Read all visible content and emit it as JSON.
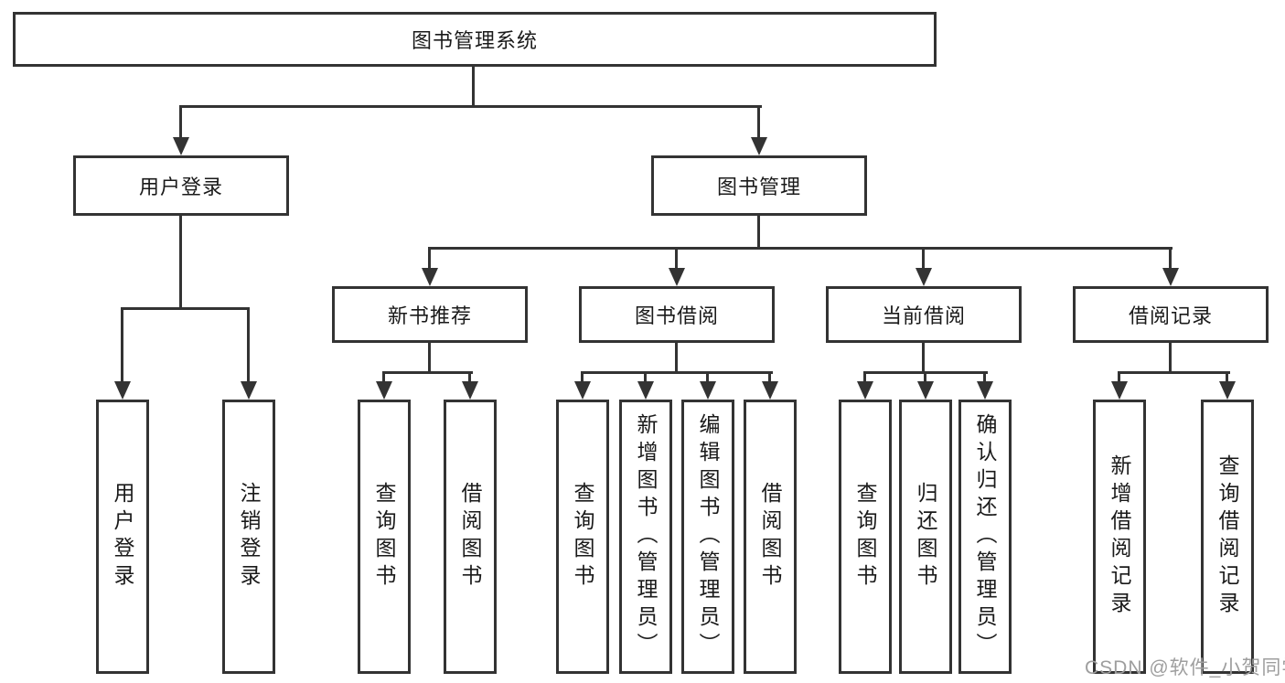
{
  "tree": {
    "root": {
      "label": "图书管理系统"
    },
    "branches": [
      {
        "label": "用户登录",
        "children": [
          {
            "label": "用户登录"
          },
          {
            "label": "注销登录"
          }
        ]
      },
      {
        "label": "图书管理",
        "children": [
          {
            "label": "新书推荐",
            "children": [
              {
                "label": "查询图书"
              },
              {
                "label": "借阅图书"
              }
            ]
          },
          {
            "label": "图书借阅",
            "children": [
              {
                "label": "查询图书"
              },
              {
                "label": "新增图书（管理员）"
              },
              {
                "label": "编辑图书（管理员）"
              },
              {
                "label": "借阅图书"
              }
            ]
          },
          {
            "label": "当前借阅",
            "children": [
              {
                "label": "查询图书"
              },
              {
                "label": "归还图书"
              },
              {
                "label": "确认归还（管理员）"
              }
            ]
          },
          {
            "label": "借阅记录",
            "children": [
              {
                "label": "新增借阅记录"
              },
              {
                "label": "查询借阅记录"
              }
            ]
          }
        ]
      }
    ]
  },
  "watermark": {
    "text": "CSDN @软件_小贺同学"
  },
  "colors": {
    "line": "#333333",
    "background": "#ffffff",
    "text": "#1a1a1a",
    "watermark": "#9e9e9e"
  }
}
